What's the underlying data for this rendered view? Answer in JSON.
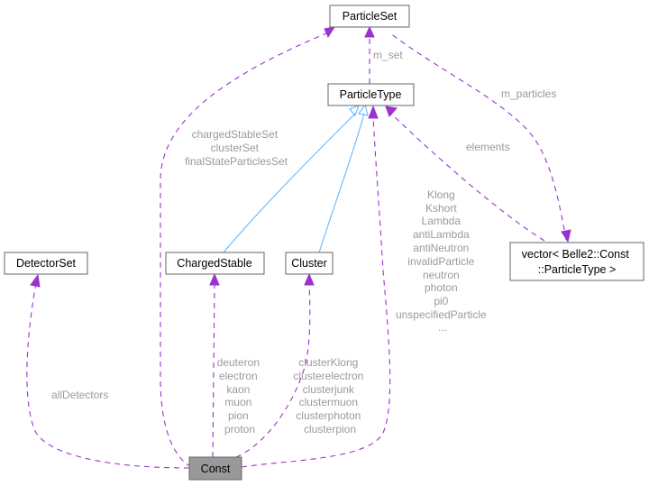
{
  "nodes": {
    "particle_set": "ParticleSet",
    "particle_type": "ParticleType",
    "detector_set": "DetectorSet",
    "charged_stable": "ChargedStable",
    "cluster": "Cluster",
    "vector_type": [
      "vector< Belle2::Const",
      "::ParticleType >"
    ],
    "const": "Const"
  },
  "edge_labels": {
    "m_set": [
      "m_set"
    ],
    "m_particles": [
      "m_particles"
    ],
    "elements": [
      "elements"
    ],
    "charged_stable_set": [
      "chargedStableSet",
      "clusterSet",
      "finalStateParticlesSet"
    ],
    "particle_constants": [
      "Klong",
      "Kshort",
      "Lambda",
      "antiLambda",
      "antiNeutron",
      "invalidParticle",
      "neutron",
      "photon",
      "pi0",
      "unspecifiedParticle",
      "..."
    ],
    "all_detectors": [
      "allDetectors"
    ],
    "charged_stable_constants": [
      "deuteron",
      "electron",
      "kaon",
      "muon",
      "pion",
      "proton"
    ],
    "cluster_constants": [
      "clusterKlong",
      "clusterelectron",
      "clusterjunk",
      "clustermuon",
      "clusterphoton",
      "clusterpion"
    ]
  },
  "colors": {
    "association_edge": "#9a32cd",
    "inheritance_edge": "#63b8ff",
    "focus_node_fill": "#999999",
    "label_text": "#9a9a9a"
  }
}
